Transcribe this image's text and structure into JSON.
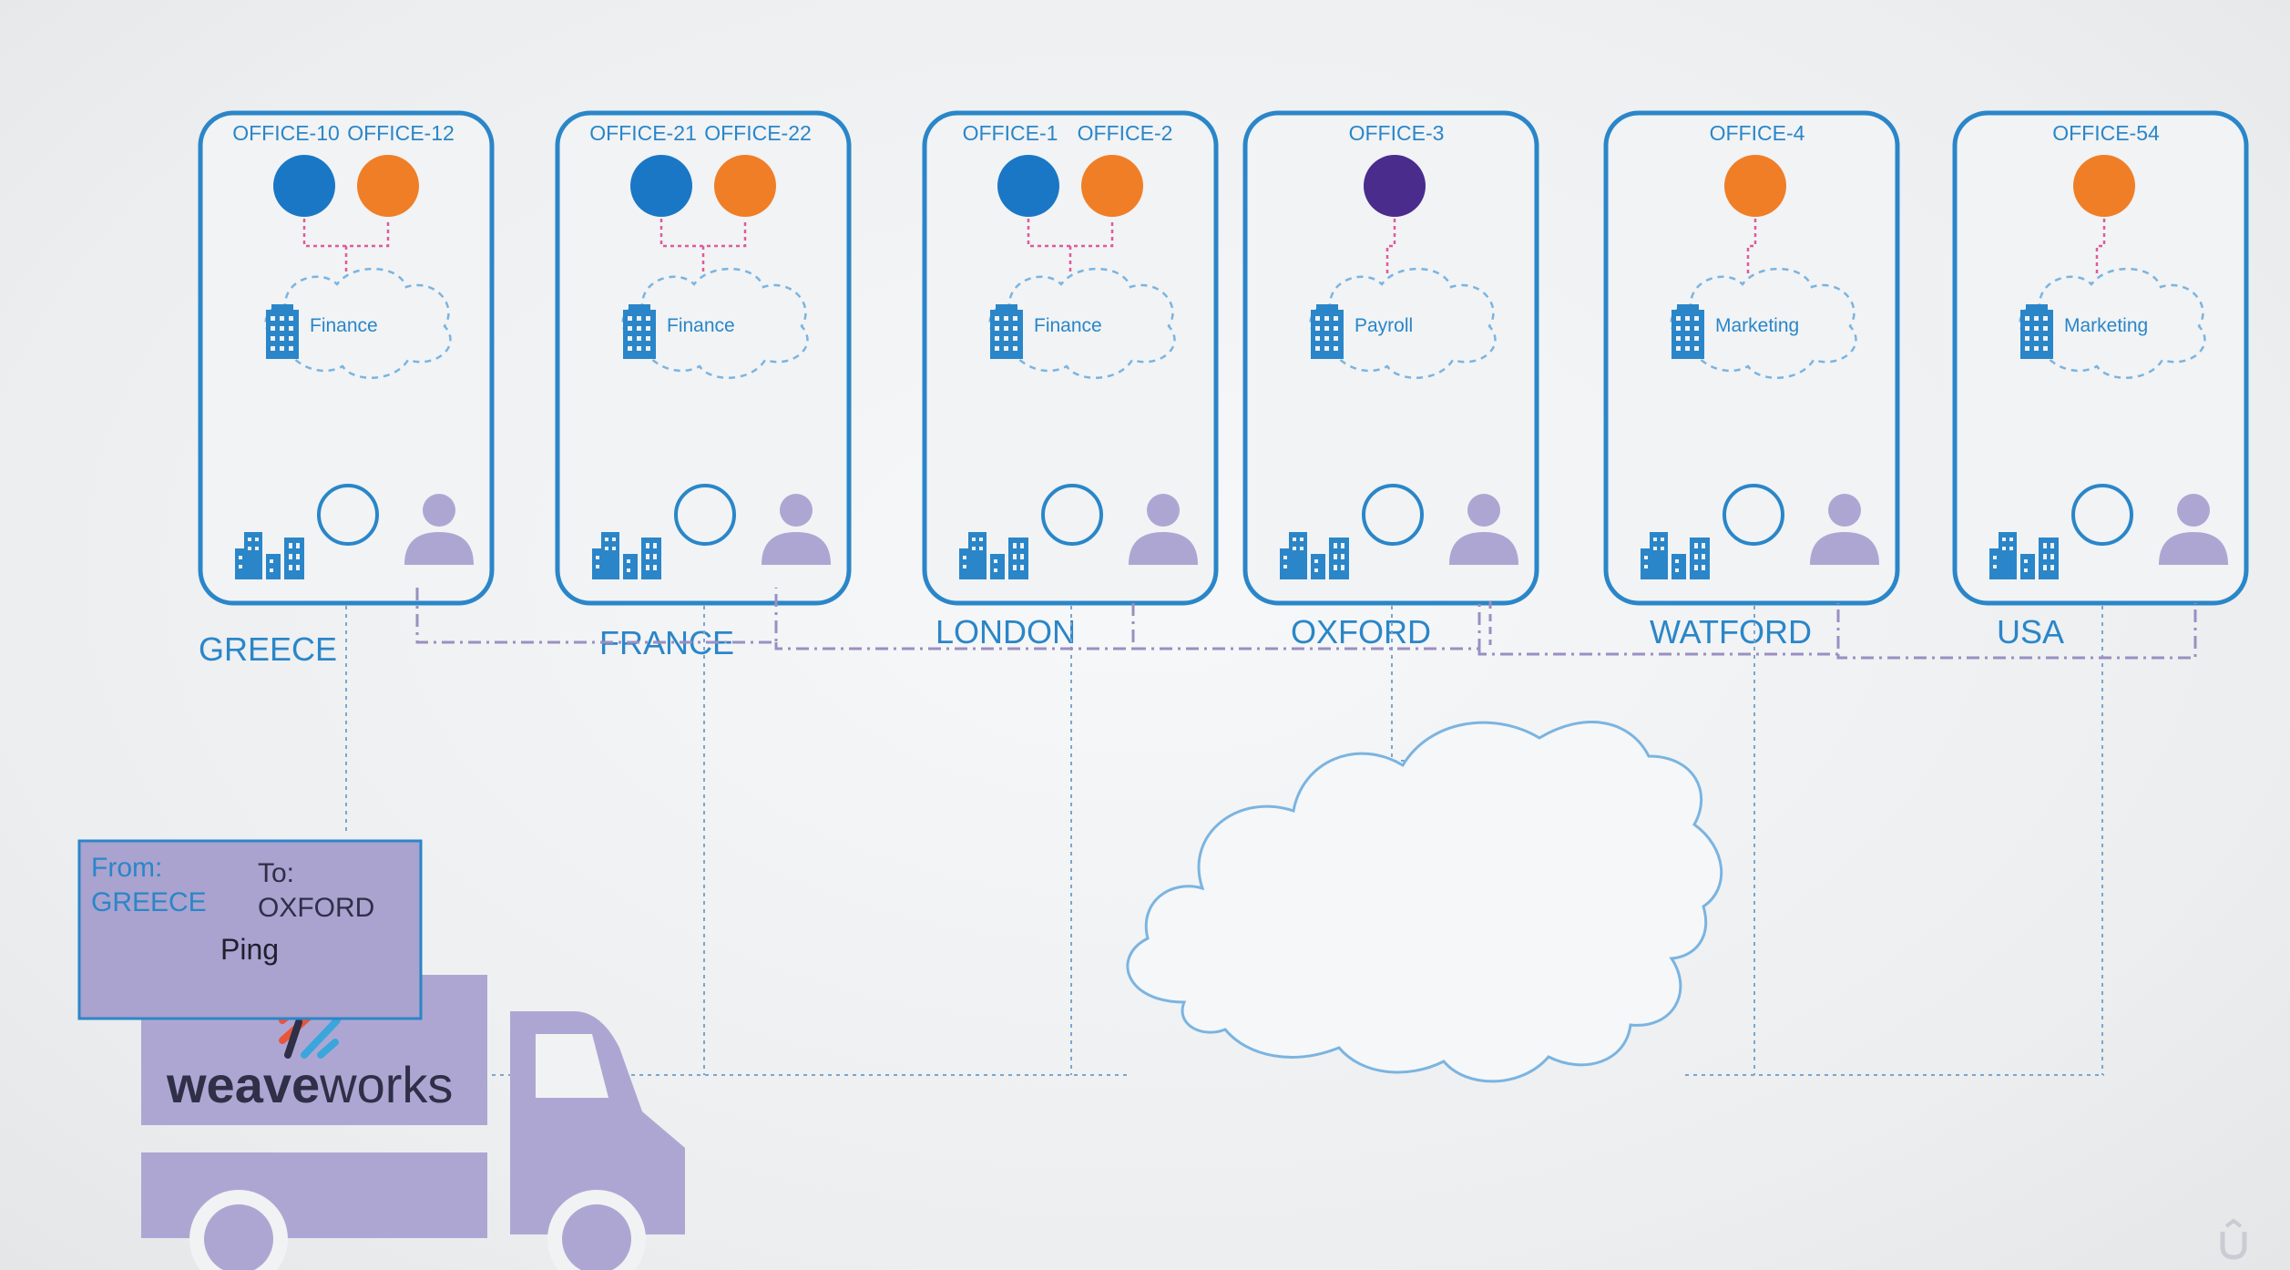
{
  "colors": {
    "accent_blue": "#2a86c8",
    "pod_blue": "#1a77c5",
    "pod_orange": "#f07e26",
    "pod_purple": "#4a2c8c",
    "cloud_blue": "#7bb4e0",
    "weave_purple": "#9a8fc2",
    "truck_purple": "#aea6d2",
    "packet_fill": "#aaa2cf"
  },
  "nodes": [
    {
      "location": "GREECE",
      "dept": "Finance",
      "pods": [
        {
          "label": "OFFICE-10",
          "color": "blue"
        },
        {
          "label": "OFFICE-12",
          "color": "orange"
        }
      ]
    },
    {
      "location": "FRANCE",
      "dept": "Finance",
      "pods": [
        {
          "label": "OFFICE-21",
          "color": "blue"
        },
        {
          "label": "OFFICE-22",
          "color": "orange"
        }
      ]
    },
    {
      "location": "LONDON",
      "dept": "Finance",
      "pods": [
        {
          "label": "OFFICE-1",
          "color": "blue"
        },
        {
          "label": "OFFICE-2",
          "color": "orange"
        }
      ]
    },
    {
      "location": "OXFORD",
      "dept": "Payroll",
      "pods": [
        {
          "label": "OFFICE-3",
          "color": "purple"
        }
      ]
    },
    {
      "location": "WATFORD",
      "dept": "Marketing",
      "pods": [
        {
          "label": "OFFICE-4",
          "color": "orange"
        }
      ]
    },
    {
      "location": "USA",
      "dept": "Marketing",
      "pods": [
        {
          "label": "OFFICE-54",
          "color": "orange"
        }
      ]
    }
  ],
  "packet": {
    "from_label": "From:",
    "from_value": "GREECE",
    "to_label": "To:",
    "to_value": "OXFORD",
    "payload": "Ping"
  },
  "brand": {
    "name_part1": "weave",
    "name_part2": "works"
  }
}
